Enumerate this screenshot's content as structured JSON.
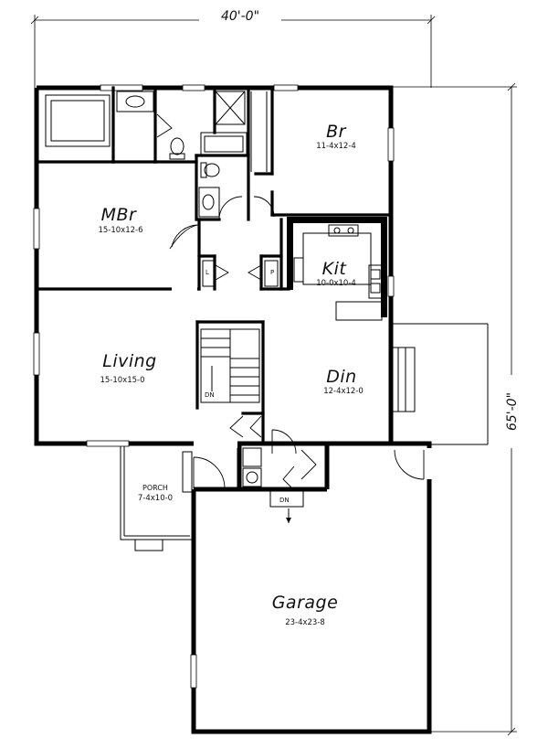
{
  "dimensions": {
    "width": "40'-0\"",
    "depth": "65'-0\""
  },
  "rooms": {
    "br": {
      "name": "Br",
      "size": "11-4x12-4"
    },
    "mbr": {
      "name": "MBr",
      "size": "15-10x12-6"
    },
    "kit": {
      "name": "Kit",
      "size": "10-0x10-4"
    },
    "living": {
      "name": "Living",
      "size": "15-10x15-0"
    },
    "din": {
      "name": "Din",
      "size": "12-4x12-0"
    },
    "porch": {
      "name": "PORCH",
      "size": "7-4x10-0"
    },
    "garage": {
      "name": "Garage",
      "size": "23-4x23-8"
    }
  },
  "labels": {
    "linen": "L",
    "pantry": "P",
    "stair_down": "DN",
    "garage_step_down": "DN"
  }
}
